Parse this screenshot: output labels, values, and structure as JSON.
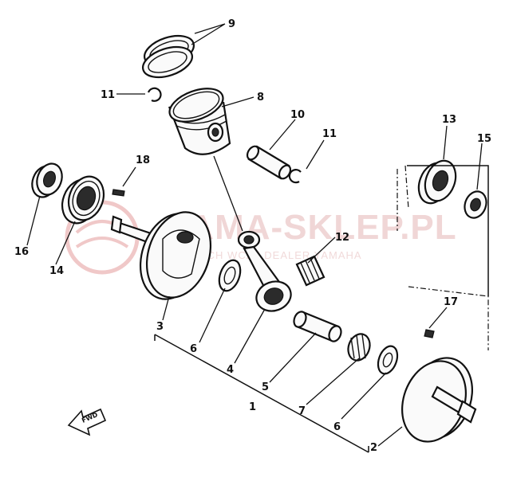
{
  "watermark": {
    "main": "YAMA-SKLEP.PL",
    "sub": "ECH       WCZ | DEALER YAMAHA"
  },
  "callouts": {
    "c1": "1",
    "c2": "2",
    "c3": "3",
    "c4": "4",
    "c5": "5",
    "c6a": "6",
    "c6b": "6",
    "c7": "7",
    "c8": "8",
    "c9": "9",
    "c10": "10",
    "c11a": "11",
    "c11b": "11",
    "c12": "12",
    "c13": "13",
    "c14": "14",
    "c15": "15",
    "c16": "16",
    "c17": "17",
    "c18": "18"
  },
  "front_arrow": "FWD"
}
